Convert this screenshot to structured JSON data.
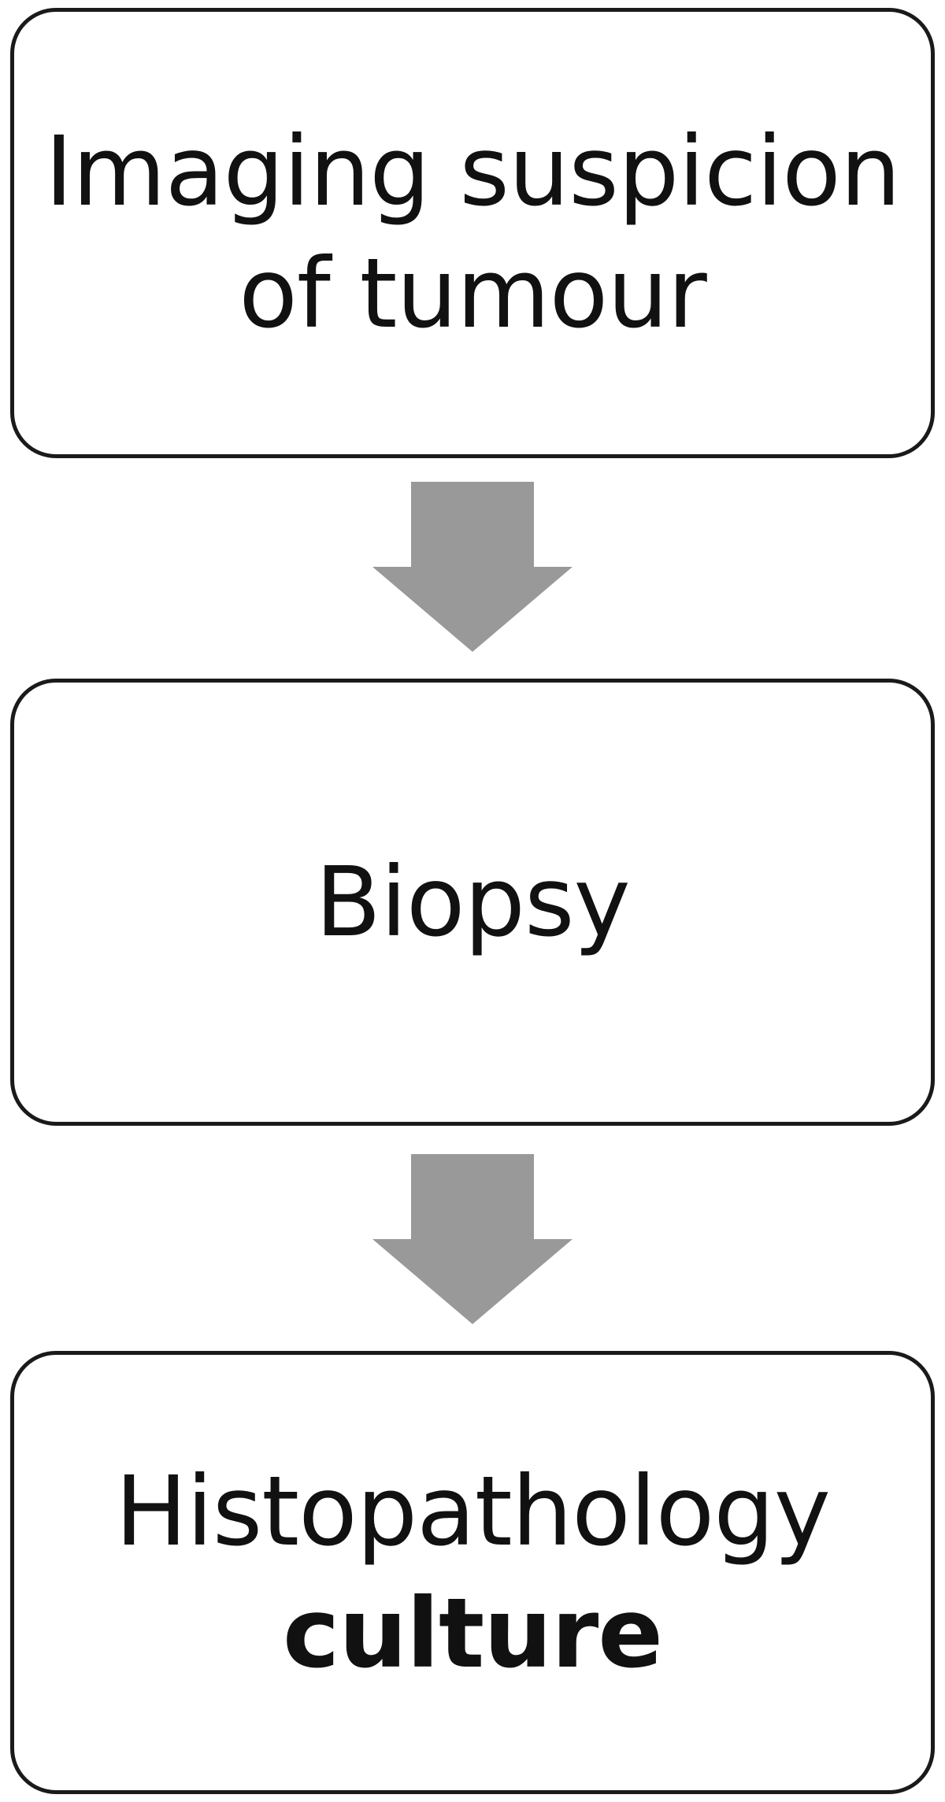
{
  "diagram": {
    "type": "flowchart",
    "direction": "top-to-bottom",
    "arrow_color": "#999999",
    "border_color": "#1a1a1a",
    "steps": [
      {
        "id": "step-imaging",
        "lines": [
          "Imaging suspicion",
          "of tumour"
        ]
      },
      {
        "id": "step-biopsy",
        "lines": [
          "Biopsy"
        ]
      },
      {
        "id": "step-histopathology",
        "lines": [
          "Histopathology",
          "culture"
        ],
        "bold_lines": [
          1
        ]
      }
    ],
    "edges": [
      {
        "from": "step-imaging",
        "to": "step-biopsy"
      },
      {
        "from": "step-biopsy",
        "to": "step-histopathology"
      }
    ]
  }
}
